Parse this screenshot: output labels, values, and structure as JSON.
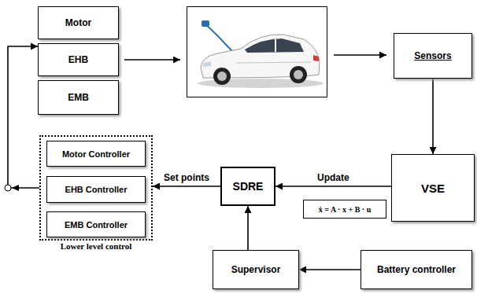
{
  "diagram": {
    "nodes": [
      {
        "text": [
          "Motor"
        ]
      },
      {
        "text": [
          "EHB"
        ]
      },
      {
        "text": [
          "EMB"
        ]
      },
      {
        "text": [
          "Sensors"
        ]
      },
      {
        "text": [
          "SDRE"
        ]
      },
      {
        "text": [
          "VSE"
        ]
      },
      {
        "text": [
          "ẋ = A · x + B · u"
        ]
      },
      {
        "text": [
          "Lower level control"
        ]
      },
      {
        "text": [
          "Motor Controller"
        ],
        "in": 7
      },
      {
        "text": [
          "EHB Controller"
        ],
        "in": 7
      },
      {
        "text": [
          "EMB Controller"
        ],
        "in": 7
      },
      {
        "text": [
          "Supervisor"
        ]
      },
      {
        "text": [
          "Battery controller"
        ]
      }
    ],
    "edges": [
      {
        "from": 3,
        "to": 5,
        "arrow": "to"
      },
      {
        "from": 5,
        "to": 4,
        "label": "Update",
        "arrow": "to"
      },
      {
        "from": 4,
        "to": 7,
        "label": "Set points",
        "arrow": "to"
      },
      {
        "from": 7,
        "to": 1,
        "arrow": "to"
      },
      {
        "from": 12,
        "to": 11,
        "arrow": "to"
      },
      {
        "from": 11,
        "to": 4,
        "arrow": "to"
      }
    ]
  }
}
